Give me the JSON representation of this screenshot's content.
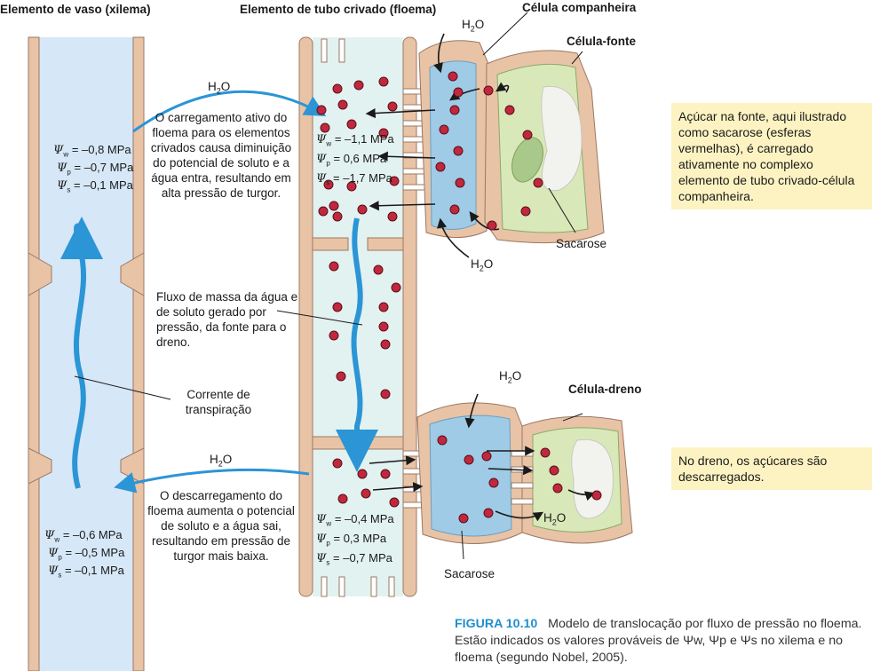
{
  "headers": {
    "xylem": "Elemento de vaso (xilema)",
    "phloem": "Elemento de tubo crivado (floema)",
    "companion": "Célula companheira",
    "source": "Célula-fonte",
    "sink": "Célula-dreno"
  },
  "water": {
    "base": "H",
    "sub": "2",
    "tail": "O"
  },
  "labels": {
    "loading": "O carregamento ativo do floema para os elementos crivados causa diminuição do potencial de soluto e a água entra, resultando em alta pressão de turgor.",
    "mass_flow": "Fluxo de massa da água e de soluto gerado por pressão, da fonte para o dreno.",
    "transpiration": "Corrente de transpiração",
    "unloading": "O descarregamento do floema aumenta o potencial de soluto e a água sai, resultando em pressão de turgor mais baixa.",
    "sucrose_top": "Sacarose",
    "sucrose_bottom": "Sacarose"
  },
  "psi_symbol": "Ψ",
  "psi_subs": {
    "w": "w",
    "p": "p",
    "s": "s"
  },
  "values": {
    "xylem_top": {
      "w": "= –0,8 MPa",
      "p": "= –0,7 MPa",
      "s": "= –0,1 MPa"
    },
    "xylem_bottom": {
      "w": "= –0,6 MPa",
      "p": "= –0,5 MPa",
      "s": "= –0,1 MPa"
    },
    "phloem_top": {
      "w": "= –1,1 MPa",
      "p": "=   0,6 MPa",
      "s": "= –1,7 MPa"
    },
    "phloem_bottom": {
      "w": "= –0,4 MPa",
      "p": "=   0,3 MPa",
      "s": "= –0,7 MPa"
    }
  },
  "notes": {
    "source": "Açúcar na fonte, aqui ilustrado como sacarose (esferas vermelhas), é carregado ativamente no complexo elemento de tubo crivado-célula companheira.",
    "sink": "No dreno, os açúcares são descarregados."
  },
  "caption": {
    "figure": "FIGURA 10.10",
    "text": "Modelo de translocação por fluxo de pressão no floema. Estão indicados os valores prováveis de Ψw, Ψp e Ψs no xilema e no floema (segundo Nobel, 2005)."
  },
  "colors": {
    "wall": "#e8c3a6",
    "wall_stroke": "#9b7863",
    "xylem_fill": "#d6e7f7",
    "phloem_fill": "#e2f2f0",
    "companion_fill": "#9fcbe6",
    "source_fill": "#d9e8b8",
    "vacuole": "#f2f2ef",
    "sucrose": "#c0283e",
    "arrow": "#2b95d6",
    "note_bg": "#fdf3c2",
    "caption_accent": "#1f8fd0"
  }
}
